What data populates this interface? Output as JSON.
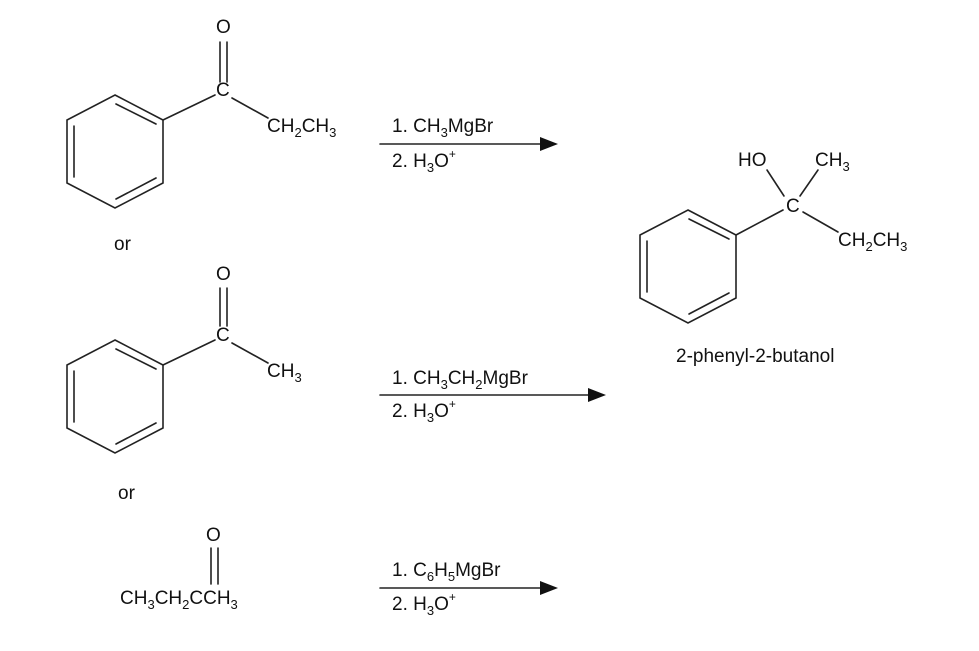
{
  "labels": {
    "r1_O": "O",
    "r1_C": "C",
    "r1_alkyl": [
      "CH",
      "2",
      "CH",
      "3"
    ],
    "r2_O": "O",
    "r2_C": "C",
    "r2_alkyl": [
      "CH",
      "3"
    ],
    "r3_O": "O",
    "r3_chain": [
      "CH",
      "3",
      "CH",
      "2",
      "CCH",
      "3"
    ],
    "or1": "or",
    "or2": "or",
    "arrow1_step1": [
      "1. CH",
      "3",
      "MgBr"
    ],
    "arrow1_step2": [
      "2. H",
      "3",
      "O",
      "+"
    ],
    "arrow2_step1": [
      "1. CH",
      "3",
      "CH",
      "2",
      "MgBr"
    ],
    "arrow2_step2": [
      "2. H",
      "3",
      "O",
      "+"
    ],
    "arrow3_step1": [
      "1. C",
      "6",
      "H",
      "5",
      "MgBr"
    ],
    "arrow3_step2": [
      "2. H",
      "3",
      "O",
      "+"
    ],
    "product_HO": "HO",
    "product_CH3": [
      "CH",
      "3"
    ],
    "product_C": "C",
    "product_alkyl": [
      "CH",
      "2",
      "CH",
      "3"
    ],
    "product_name": "2-phenyl-2-butanol"
  }
}
